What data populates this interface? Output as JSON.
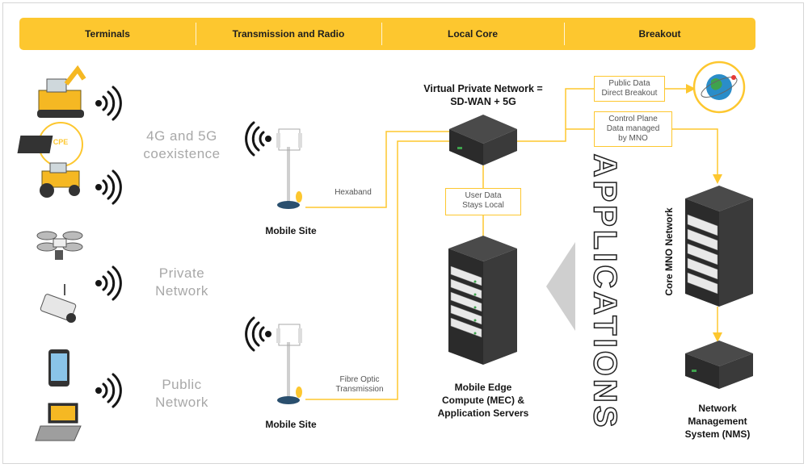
{
  "header": {
    "columns": [
      "Terminals",
      "Transmission and Radio",
      "Local Core",
      "Breakout"
    ]
  },
  "networks": {
    "coexistence": [
      "4G and 5G",
      "coexistence"
    ],
    "private": [
      "Private",
      "Network"
    ],
    "public": [
      "Public",
      "Network"
    ]
  },
  "terminals": {
    "cpe_label": "CPE"
  },
  "sites": {
    "top_label": "Mobile Site",
    "bottom_label": "Mobile Site",
    "hexaband": "Hexaband",
    "fibre": [
      "Fibre Optic",
      "Transmission"
    ]
  },
  "vpn": {
    "title": [
      "Virtual Private Network =",
      "SD-WAN + 5G"
    ]
  },
  "boxes": {
    "user_data": [
      "User Data",
      "Stays Local"
    ],
    "public_data": [
      "Public Data",
      "Direct Breakout"
    ],
    "control_plane": [
      "Control Plane",
      "Data managed",
      "by MNO"
    ]
  },
  "mec": {
    "label": [
      "Mobile Edge",
      "Compute (MEC) &",
      "Application Servers"
    ]
  },
  "applications": "APPLICATIONS",
  "core": {
    "label": "Core MNO Network"
  },
  "nms": {
    "label": [
      "Network",
      "Management",
      "System (NMS)"
    ]
  },
  "colors": {
    "accent": "#fdc72f",
    "dark": "#2b2b2b",
    "rack": "#333333",
    "green": "#3fa34d",
    "blue": "#2a8dc9"
  }
}
